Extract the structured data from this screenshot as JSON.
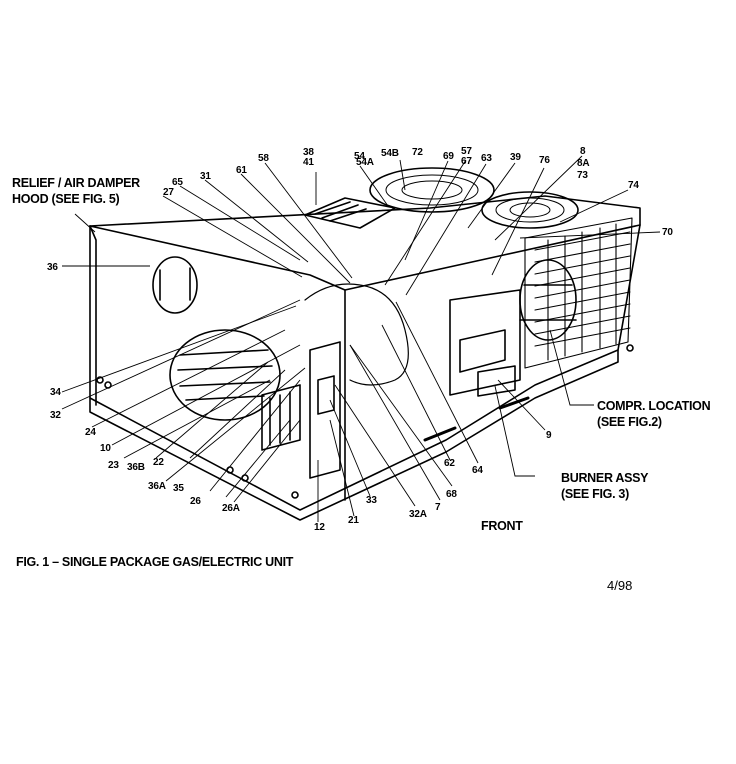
{
  "figure": {
    "caption": "FIG. 1 – SINGLE PACKAGE GAS/ELECTRIC UNIT",
    "date": "4/98",
    "front_label": "FRONT"
  },
  "callouts": {
    "relief_hood": [
      "RELIEF / AIR DAMPER",
      "HOOD (SEE FIG. 5)"
    ],
    "compressor": [
      "COMPR. LOCATION",
      "(SEE FIG.2)"
    ],
    "burner": [
      "BURNER ASSY",
      "(SEE FIG. 3)"
    ]
  },
  "part_numbers": {
    "p36": "36",
    "p65": "65",
    "p27": "27",
    "p31": "31",
    "p61": "61",
    "p58": "58",
    "p38": "38",
    "p41": "41",
    "p54": "54",
    "p54A": "54A",
    "p54B": "54B",
    "p72": "72",
    "p69": "69",
    "p57": "57",
    "p67": "67",
    "p63": "63",
    "p39": "39",
    "p76": "76",
    "p8": "8",
    "p8A": "8A",
    "p73": "73",
    "p74": "74",
    "p70": "70",
    "p34": "34",
    "p32": "32",
    "p24": "24",
    "p10": "10",
    "p23": "23",
    "p36B": "36B",
    "p22": "22",
    "p36A": "36A",
    "p35": "35",
    "p26": "26",
    "p26A": "26A",
    "p12": "12",
    "p21": "21",
    "p33": "33",
    "p32A": "32A",
    "p7": "7",
    "p68": "68",
    "p62": "62",
    "p64": "64",
    "p9": "9"
  }
}
